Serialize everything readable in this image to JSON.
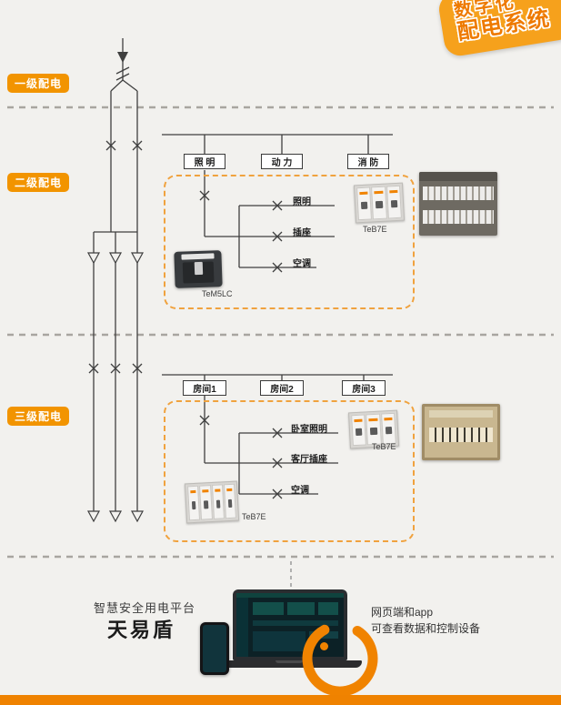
{
  "badge": {
    "line1": "数字化",
    "line2": "配电系统"
  },
  "levels": {
    "l1": "一级配电",
    "l2": "二级配电",
    "l3": "三级配电"
  },
  "level2": {
    "feeders": [
      "照 明",
      "动 力",
      "消 防"
    ],
    "branches": [
      "照明",
      "插座",
      "空调"
    ],
    "products": [
      {
        "name": "TeB7E"
      },
      {
        "name": "TeM5LC"
      }
    ]
  },
  "level3": {
    "rooms": [
      "房间1",
      "房间2",
      "房间3"
    ],
    "branches": [
      "卧室照明",
      "客厅插座",
      "空调"
    ],
    "products": [
      {
        "name": "TeB7E"
      },
      {
        "name": "TeB7E"
      }
    ]
  },
  "platform": {
    "subtitle": "智慧安全用电平台",
    "title": "天易盾",
    "note_line1": "网页端和app",
    "note_line2": "可查看数据和控制设备"
  },
  "colors": {
    "orange": "#F29400",
    "deep_orange": "#EF8200",
    "badge_orange": "#F6A11C",
    "line": "#3F3F3F",
    "background": "#F2F1EE"
  }
}
